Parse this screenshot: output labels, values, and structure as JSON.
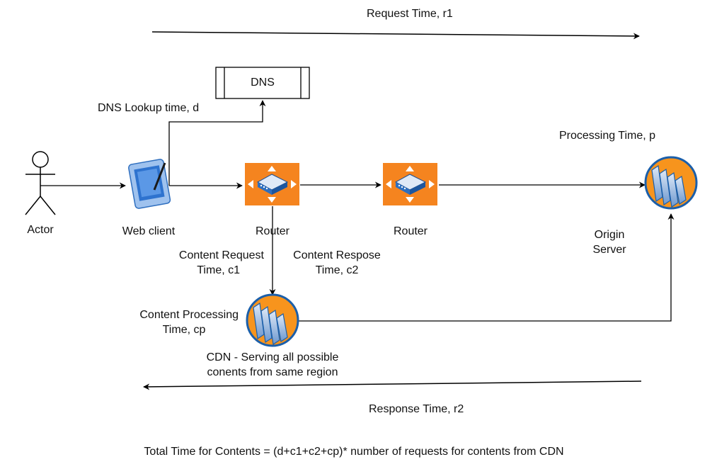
{
  "labels": {
    "request_time": "Request Time, r1",
    "response_time": "Response Time, r2",
    "dns": "DNS",
    "dns_lookup": "DNS Lookup time, d",
    "processing_time": "Processing Time, p",
    "actor": "Actor",
    "web_client": "Web client",
    "router1": "Router",
    "router2": "Router",
    "origin_line1": "Origin",
    "origin_line2": "Server",
    "content_request_line1": "Content Request",
    "content_request_line2": "Time, c1",
    "content_response_line1": "Content Respose",
    "content_response_line2": "Time, c2",
    "content_processing_line1": "Content Processing",
    "content_processing_line2": "Time, cp",
    "cdn_line1": "CDN - Serving all possible",
    "cdn_line2": "conents from same region",
    "total_time": "Total Time for Contents = (d+c1+c2+cp)* number of requests for contents from CDN"
  },
  "icons": {
    "actor": "stick-figure-icon",
    "web_client": "tablet-pen-icon",
    "router": "router-icon",
    "server": "server-rack-icon"
  },
  "colors": {
    "router_orange": "#F5841F",
    "router_blue": "#2F6FBF",
    "server_orange": "#F7941D",
    "server_blue": "#1B5FAA",
    "tablet_blue": "#3C7FD6",
    "line": "#000000"
  }
}
